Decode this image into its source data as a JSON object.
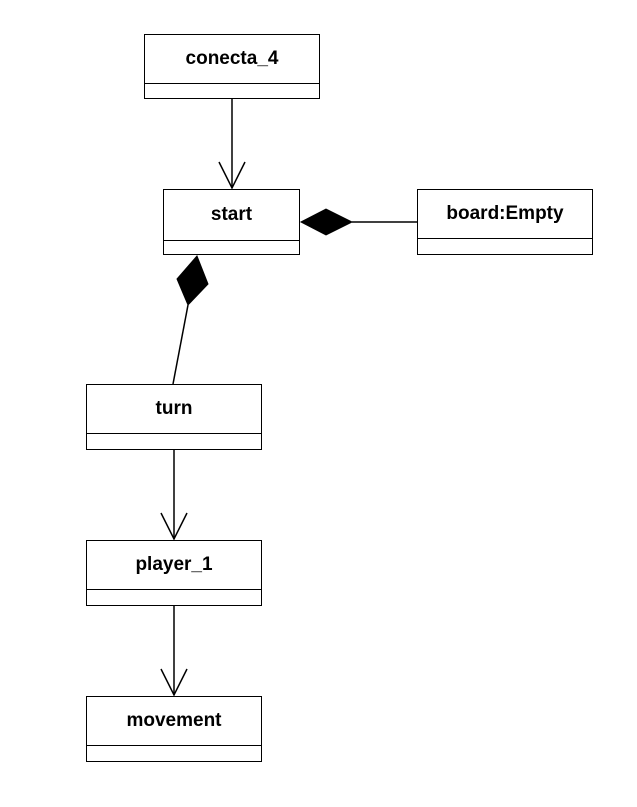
{
  "diagram": {
    "objects": {
      "conecta": "conecta_4",
      "start": "start",
      "board": "board:Empty",
      "turn": "turn",
      "player": "player_1",
      "movement": "movement"
    },
    "links": [
      {
        "from": "conecta_4",
        "to": "start",
        "kind": "directed-association"
      },
      {
        "from": "board:Empty",
        "to": "start",
        "kind": "composition"
      },
      {
        "from": "turn",
        "to": "start",
        "kind": "composition"
      },
      {
        "from": "turn",
        "to": "player_1",
        "kind": "directed-association"
      },
      {
        "from": "player_1",
        "to": "movement",
        "kind": "directed-association"
      }
    ],
    "colors": {
      "line": "#000000",
      "fill": "#ffffff"
    }
  }
}
